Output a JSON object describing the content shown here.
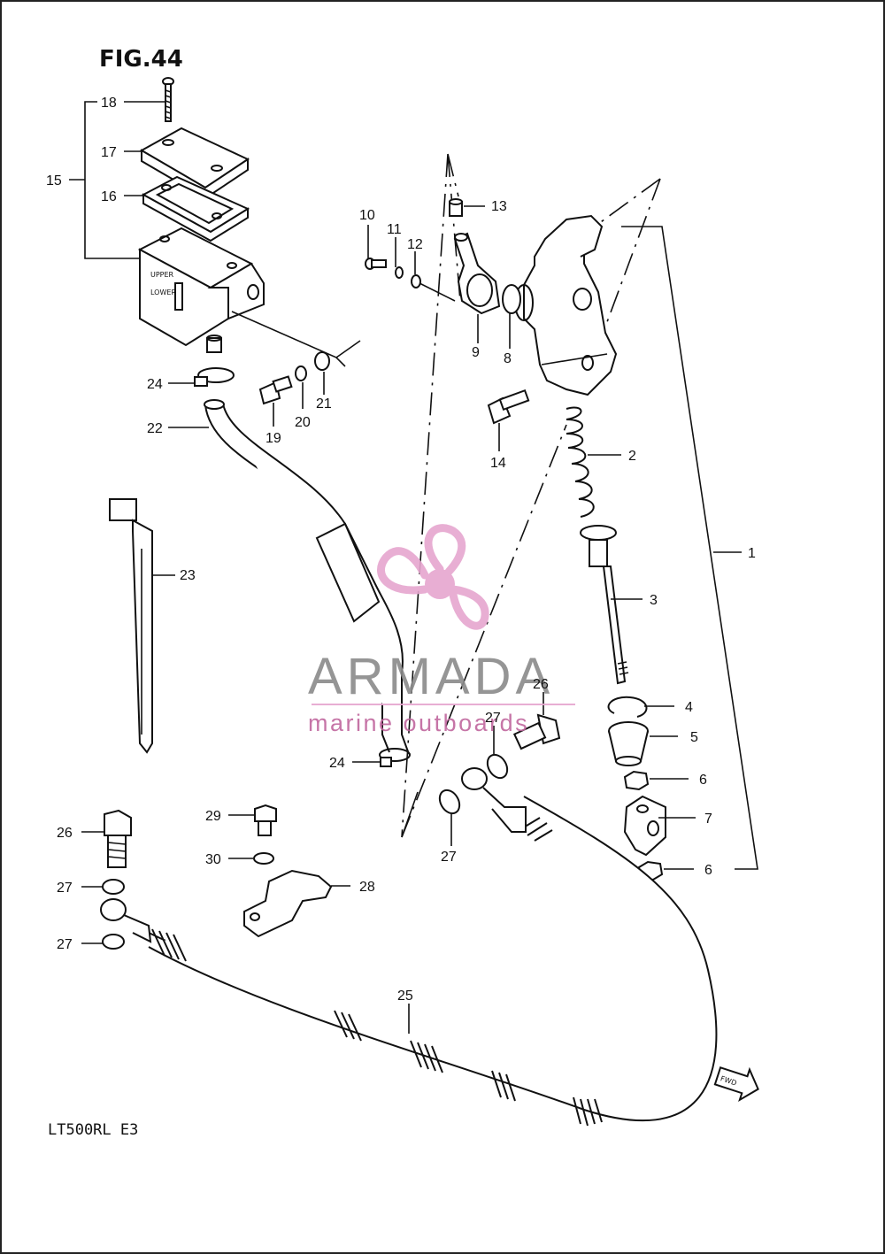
{
  "figure": {
    "title": "FIG.44",
    "model": "LT500RL  E3",
    "fwd_label": "FWD"
  },
  "reservoir_marks": {
    "upper": "UPPER",
    "lower": "LOWER"
  },
  "watermark": {
    "brand": "ARMADA",
    "tagline": "marine outboards",
    "logo": "propeller-icon",
    "color": "#e6a6cf"
  },
  "callouts": {
    "c1": "1",
    "c2": "2",
    "c3": "3",
    "c4": "4",
    "c5": "5",
    "c6a": "6",
    "c6b": "6",
    "c7": "7",
    "c8": "8",
    "c9": "9",
    "c10": "10",
    "c11": "11",
    "c12": "12",
    "c13": "13",
    "c14": "14",
    "c15": "15",
    "c16": "16",
    "c17": "17",
    "c18": "18",
    "c19": "19",
    "c20": "20",
    "c21": "21",
    "c22": "22",
    "c23": "23",
    "c24a": "24",
    "c24b": "24",
    "c25": "25",
    "c26a": "26",
    "c26b": "26",
    "c27a": "27",
    "c27b": "27",
    "c27c": "27",
    "c27d": "27",
    "c28": "28",
    "c29": "29",
    "c30": "30"
  }
}
